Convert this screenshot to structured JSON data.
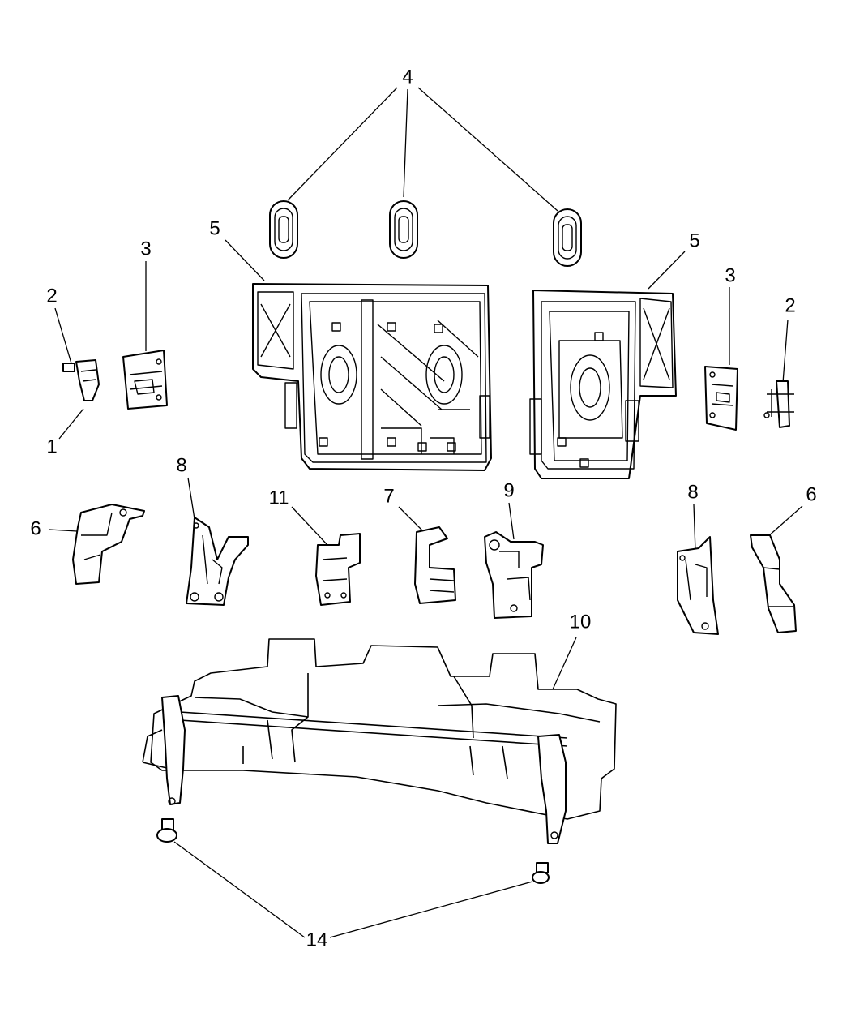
{
  "callouts": [
    {
      "id": "c4",
      "text": "4"
    },
    {
      "id": "c5l",
      "text": "5"
    },
    {
      "id": "c5r",
      "text": "5"
    },
    {
      "id": "c3l",
      "text": "3"
    },
    {
      "id": "c3r",
      "text": "3"
    },
    {
      "id": "c2l",
      "text": "2"
    },
    {
      "id": "c2r",
      "text": "2"
    },
    {
      "id": "c1",
      "text": "1"
    },
    {
      "id": "c6l",
      "text": "6"
    },
    {
      "id": "c6r",
      "text": "6"
    },
    {
      "id": "c8l",
      "text": "8"
    },
    {
      "id": "c8r",
      "text": "8"
    },
    {
      "id": "c11",
      "text": "11"
    },
    {
      "id": "c7",
      "text": "7"
    },
    {
      "id": "c9",
      "text": "9"
    },
    {
      "id": "c10",
      "text": "10"
    },
    {
      "id": "c14",
      "text": "14"
    }
  ]
}
